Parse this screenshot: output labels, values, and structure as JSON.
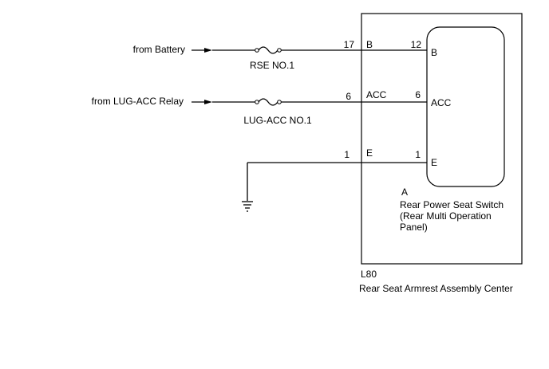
{
  "sources": {
    "battery": "from Battery",
    "lug_acc_relay": "from LUG-ACC Relay"
  },
  "fuses": {
    "rse": "RSE NO.1",
    "lug_acc": "LUG-ACC NO.1"
  },
  "connector_l80": {
    "pin_b": "17",
    "pin_acc": "6",
    "pin_e": "1",
    "label_b": "B",
    "label_acc": "ACC",
    "label_e": "E",
    "code": "L80",
    "name": "Rear Seat Armrest Assembly Center"
  },
  "connector_a": {
    "pin_b": "12",
    "pin_acc": "6",
    "pin_e": "1",
    "label_b": "B",
    "label_acc": "ACC",
    "label_e": "E",
    "code": "A",
    "name_line1": "Rear Power Seat Switch",
    "name_line2": "(Rear Multi Operation",
    "name_line3": "Panel)"
  }
}
